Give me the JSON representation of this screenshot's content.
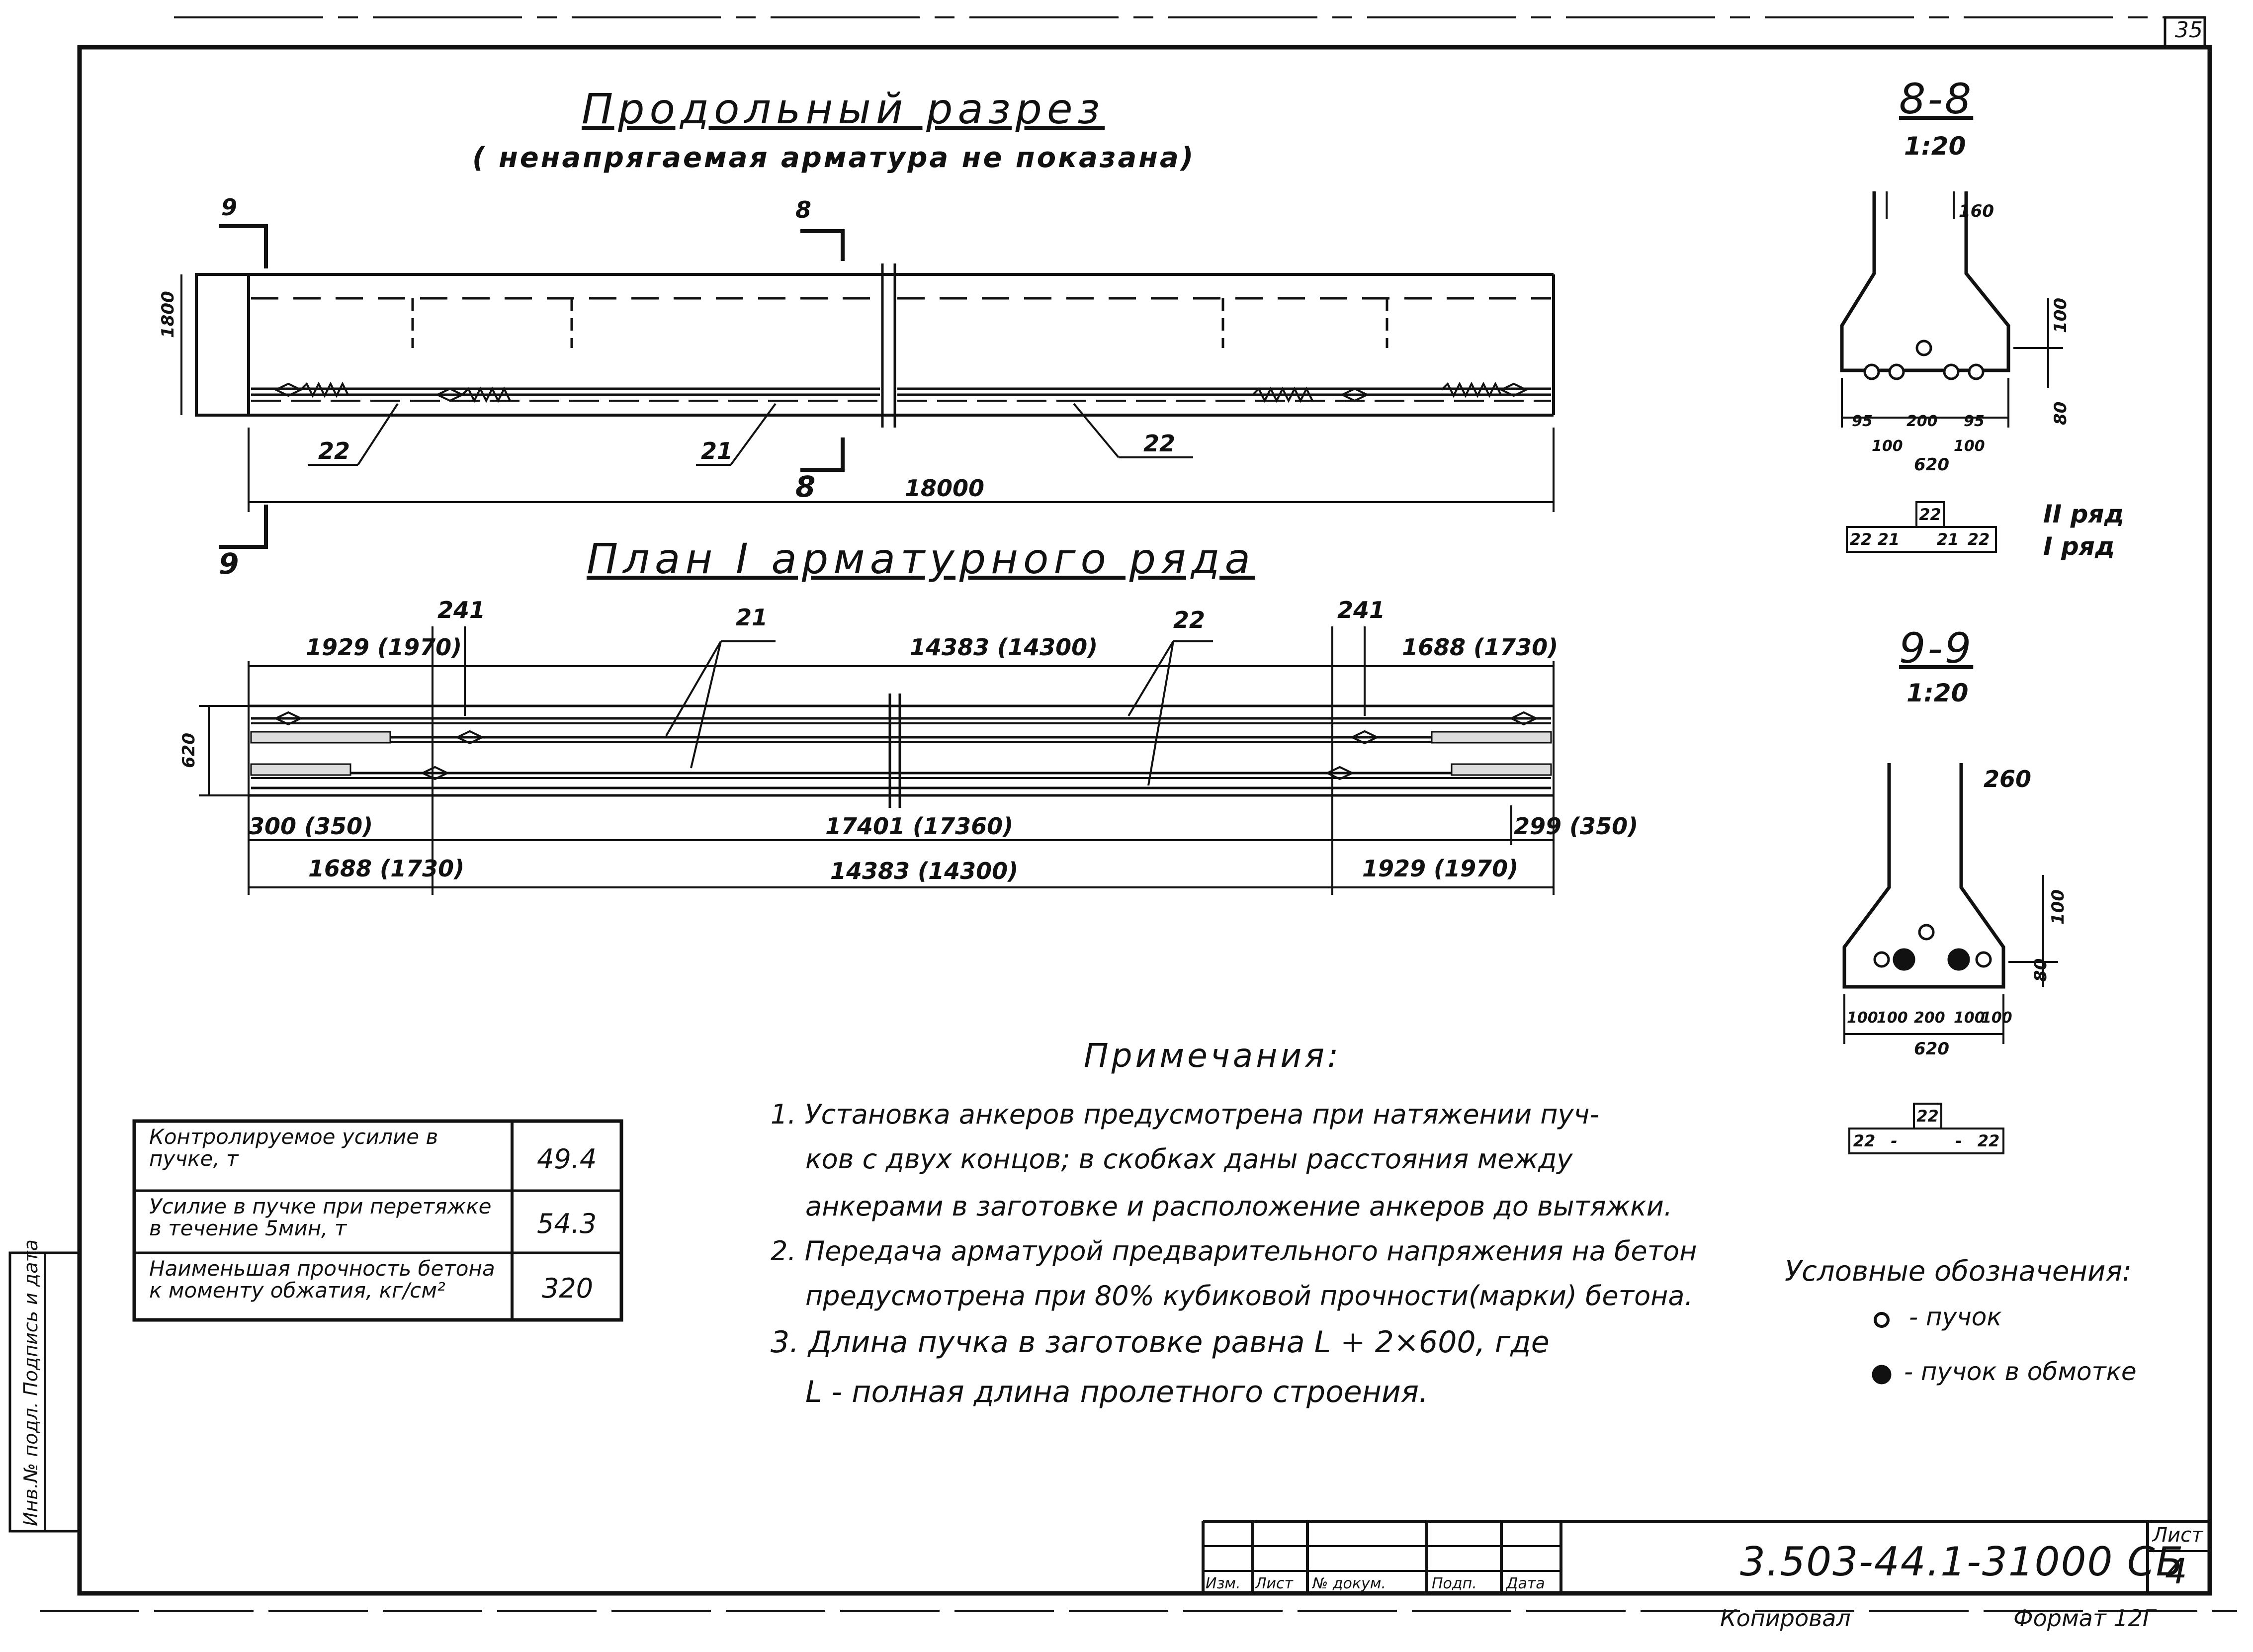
{
  "sheet": {
    "page_number": "35",
    "stamp_code": "3.503-44.1-31000 СБ",
    "stamp_sheet_label": "Лист",
    "stamp_sheet_number": "4",
    "stamp_columns": [
      "Изм.",
      "Лист",
      "№ докум.",
      "Подп.",
      "Дата"
    ],
    "copied_by": "Копировал",
    "format": "Формат 12Г",
    "margin_label": "Инв.№ подл. Подпись и дата"
  },
  "long_section": {
    "title": "Продольный разрез",
    "subtitle": "( ненапрягаемая арматура не показана)",
    "cut_labels": [
      "9",
      "8",
      "8",
      "9"
    ],
    "height_dim": "1800",
    "length_dim": "18000",
    "bar_labels": [
      "22",
      "21",
      "22"
    ]
  },
  "plan": {
    "title": "План I арматурного ряда",
    "top_dims": [
      "1929 (1970)",
      "241",
      "14383 (14300)",
      "241",
      "1688 (1730)"
    ],
    "bar_labels": [
      "21",
      "22"
    ],
    "width_dim": "620",
    "bottom_dims_row1": [
      "300 (350)",
      "17401 (17360)",
      "299 (350)"
    ],
    "bottom_dims_row2": [
      "1688 (1730)",
      "14383 (14300)",
      "1929 (1970)"
    ]
  },
  "section_8": {
    "title": "8-8",
    "scale": "1:20",
    "dims": [
      "160",
      "100",
      "80",
      "95",
      "200",
      "95",
      "100",
      "100",
      "620"
    ],
    "row_labels": [
      "II ряд",
      "I ряд"
    ],
    "row2_cells": [
      "22"
    ],
    "row1_cells": [
      "22",
      "21",
      "",
      "21",
      "22"
    ]
  },
  "section_9": {
    "title": "9-9",
    "scale": "1:20",
    "dims": [
      "260",
      "100",
      "80",
      "100",
      "100",
      "200",
      "100",
      "100",
      "620"
    ],
    "row2_cells": [
      "22"
    ],
    "row1_cells": [
      "22",
      "-",
      "",
      "-",
      "22"
    ]
  },
  "table": {
    "rows": [
      {
        "label": "Контролируемое усилие в пучке, т",
        "value": "49.4"
      },
      {
        "label": "Усилие в пучке при перетяжке в течение 5мин, т",
        "value": "54.3"
      },
      {
        "label": "Наименьшая прочность бетона к моменту обжатия, кг/см²",
        "value": "320"
      }
    ]
  },
  "notes": {
    "title": "Примечания:",
    "items": [
      "1. Установка анкеров предусмотрена при натяжении пуч-",
      "ков с двух концов; в скобках даны расстояния между",
      "анкерами в заготовке и расположение анкеров до вытяжки.",
      "2. Передача арматурой предварительного напряжения на бетон",
      "предусмотрена при 80% кубиковой прочности(марки) бетона.",
      "3. Длина пучка в заготовке равна L + 2×600, где",
      "L - полная длина пролетного строения."
    ]
  },
  "legend": {
    "title": "Условные обозначения:",
    "items": [
      {
        "symbol": "○",
        "label": "- пучок"
      },
      {
        "symbol": "◉",
        "label": "- пучок в обмотке"
      }
    ]
  }
}
